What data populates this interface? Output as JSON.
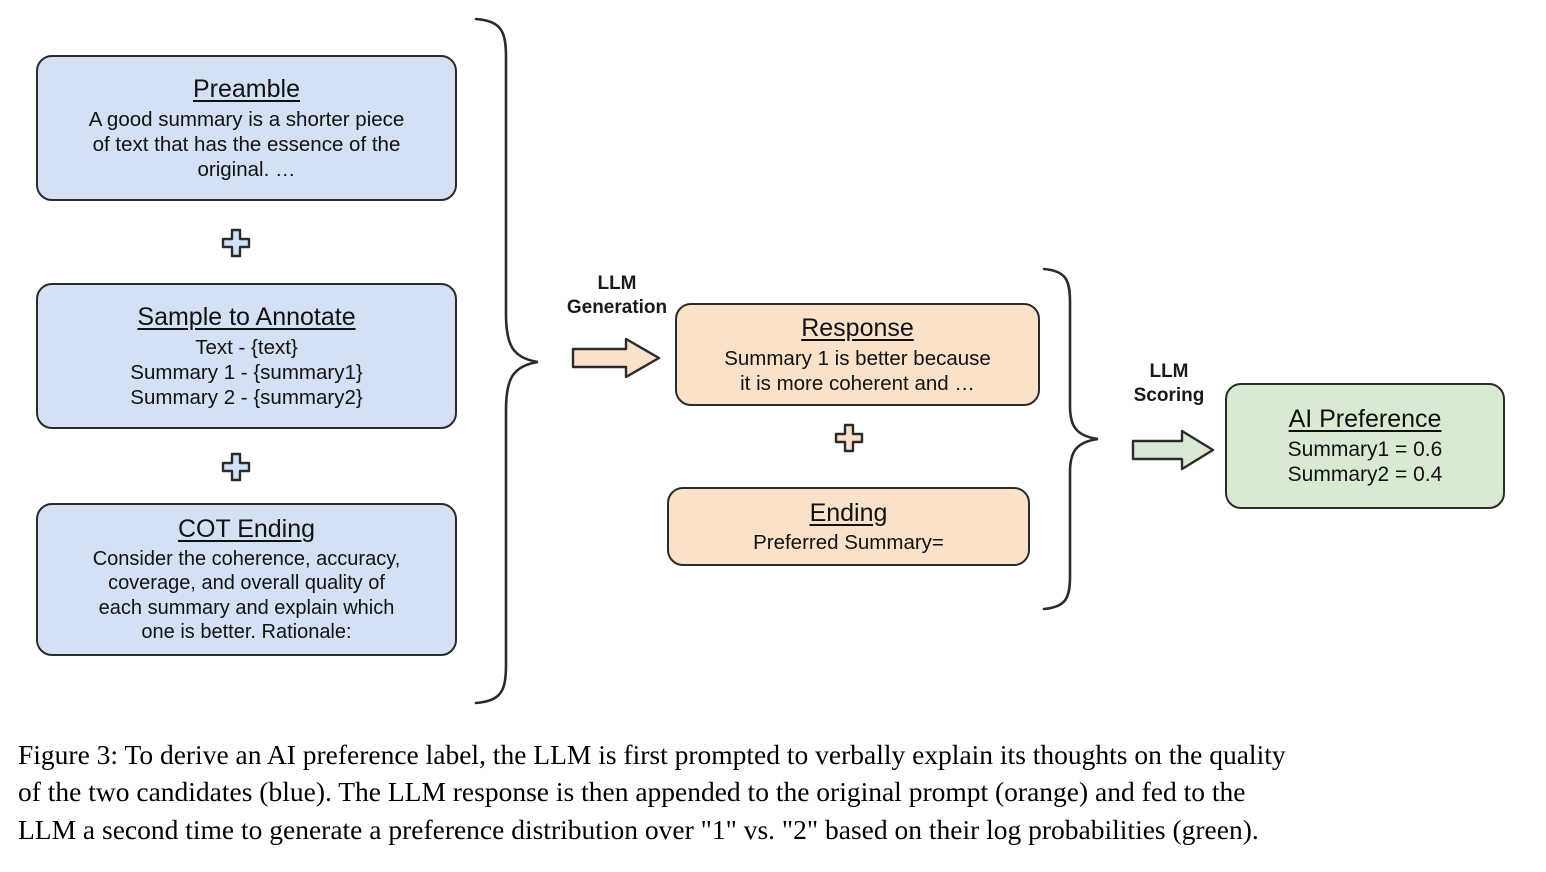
{
  "figure": {
    "number": "Figure 3",
    "caption_lines": [
      "Figure 3: To derive an AI preference label, the LLM is first prompted to verbally explain its thoughts on the quality",
      "of the two candidates (blue). The LLM response is then appended to the original prompt (orange) and fed to the",
      "LLM a second time to generate a preference distribution over \"1\" vs. \"2\" based on their log probabilities (green)."
    ]
  },
  "colors": {
    "blue_fill": "#d4e1f5",
    "orange_fill": "#fae1ca",
    "green_fill": "#d9ead3",
    "stroke": "#2b2b2b"
  },
  "prompt_group": {
    "boxes": [
      {
        "id": "preamble",
        "title": "Preamble",
        "lines": [
          "A good summary is a shorter piece",
          "of text that has the essence of the",
          "original. …"
        ],
        "color": "blue"
      },
      {
        "id": "sample-to-annotate",
        "title": "Sample to Annotate",
        "lines": [
          "Text - {text}",
          "Summary 1 - {summary1}",
          "Summary 2 - {summary2}"
        ],
        "color": "blue"
      },
      {
        "id": "cot-ending",
        "title": "COT Ending",
        "lines": [
          "Consider the coherence, accuracy,",
          "coverage, and overall quality of",
          "each summary and explain which",
          "one is better. Rationale:"
        ],
        "color": "blue"
      }
    ],
    "connectors": [
      "plus",
      "plus"
    ]
  },
  "generation_step": {
    "label_lines": [
      "LLM",
      "Generation"
    ],
    "arrow": "right-arrow-orange"
  },
  "response_group": {
    "boxes": [
      {
        "id": "response",
        "title": "Response",
        "lines": [
          "Summary 1 is better because",
          "it is more coherent and …"
        ],
        "color": "orange"
      },
      {
        "id": "ending",
        "title": "Ending",
        "lines": [
          "Preferred Summary="
        ],
        "color": "orange"
      }
    ],
    "connectors": [
      "plus"
    ]
  },
  "scoring_step": {
    "label_lines": [
      "LLM",
      "Scoring"
    ],
    "arrow": "right-arrow-green"
  },
  "output_group": {
    "boxes": [
      {
        "id": "ai-preference",
        "title": "AI Preference",
        "lines": [
          "Summary1 = 0.6",
          "Summary2 = 0.4"
        ],
        "color": "green"
      }
    ]
  },
  "preference_values": {
    "summary1": 0.6,
    "summary2": 0.4
  }
}
